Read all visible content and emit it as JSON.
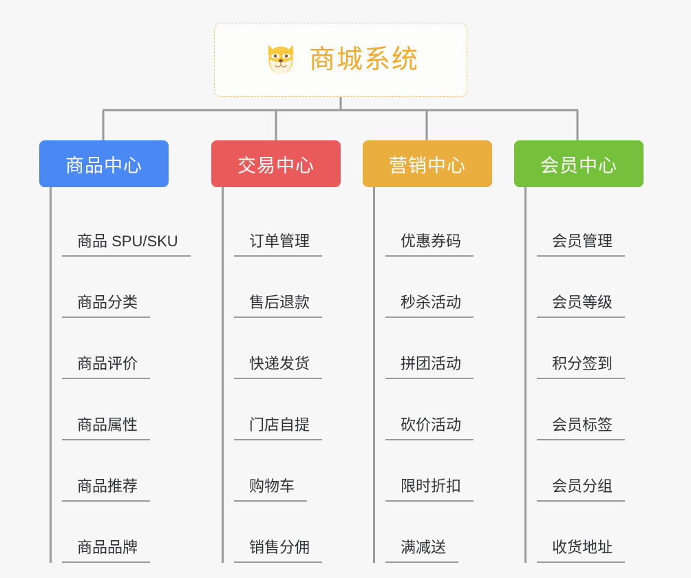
{
  "root": {
    "title": "商城系统",
    "icon": "shiba-dog-icon",
    "border_color": "#eec46a",
    "text_color": "#f0ab2e"
  },
  "colors": {
    "background": "#f7f7f7",
    "connector": "#9a9a9a",
    "leaf_text": "#303133"
  },
  "columns": [
    {
      "label": "商品中心",
      "color": "#4a89f3",
      "items": [
        {
          "label": "商品 SPU/SKU"
        },
        {
          "label": "商品分类"
        },
        {
          "label": "商品评价"
        },
        {
          "label": "商品属性"
        },
        {
          "label": "商品推荐"
        },
        {
          "label": "商品品牌"
        }
      ]
    },
    {
      "label": "交易中心",
      "color": "#e95b5b",
      "items": [
        {
          "label": "订单管理"
        },
        {
          "label": "售后退款"
        },
        {
          "label": "快递发货"
        },
        {
          "label": "门店自提"
        },
        {
          "label": "购物车"
        },
        {
          "label": "销售分佣"
        }
      ]
    },
    {
      "label": "营销中心",
      "color": "#e9ae3e",
      "items": [
        {
          "label": "优惠券码"
        },
        {
          "label": "秒杀活动"
        },
        {
          "label": "拼团活动"
        },
        {
          "label": "砍价活动"
        },
        {
          "label": "限时折扣"
        },
        {
          "label": "满减送"
        }
      ]
    },
    {
      "label": "会员中心",
      "color": "#75c13c",
      "items": [
        {
          "label": "会员管理"
        },
        {
          "label": "会员等级"
        },
        {
          "label": "积分签到"
        },
        {
          "label": "会员标签"
        },
        {
          "label": "会员分组"
        },
        {
          "label": "收货地址"
        }
      ]
    }
  ]
}
